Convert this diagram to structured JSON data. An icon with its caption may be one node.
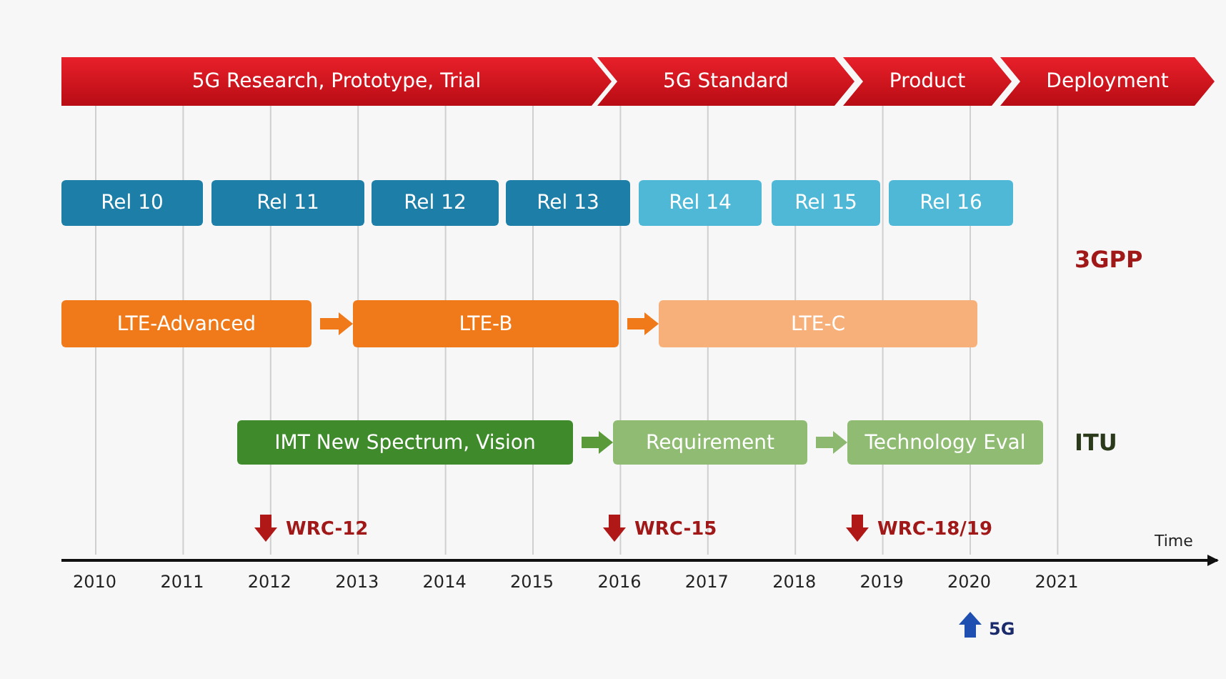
{
  "diagram": {
    "nodes": [
      {
        "text": [
          "5G Research, Prototype, Trial"
        ]
      },
      {
        "text": [
          "5G Standard"
        ]
      },
      {
        "text": [
          "Product"
        ]
      },
      {
        "text": [
          "Deployment"
        ]
      },
      {
        "text": [
          "Rel 10"
        ]
      },
      {
        "text": [
          "Rel 11"
        ]
      },
      {
        "text": [
          "Rel 12"
        ]
      },
      {
        "text": [
          "Rel 13"
        ]
      },
      {
        "text": [
          "Rel 14"
        ]
      },
      {
        "text": [
          "Rel 15"
        ]
      },
      {
        "text": [
          "Rel 16"
        ]
      },
      {
        "text": [
          "LTE-Advanced"
        ]
      },
      {
        "text": [
          "LTE-B"
        ]
      },
      {
        "text": [
          "LTE-C"
        ]
      },
      {
        "text": [
          "IMT New Spectrum, Vision"
        ]
      },
      {
        "text": [
          "Requirement"
        ]
      },
      {
        "text": [
          "Technology Eval"
        ]
      }
    ],
    "edges": [
      {
        "from": 11,
        "to": 12,
        "arrow": "to",
        "color": "#f07a1a"
      },
      {
        "from": 12,
        "to": 13,
        "arrow": "to",
        "color": "#f07a1a"
      },
      {
        "from": 14,
        "to": 15,
        "arrow": "to",
        "color": "#5a9a3a"
      },
      {
        "from": 15,
        "to": 16,
        "arrow": "to",
        "color": "#8db870"
      }
    ],
    "labels": [
      "3GPP",
      "ITU",
      "WRC-12",
      "WRC-15",
      "WRC-18/19",
      "Time",
      "2010",
      "2011",
      "2012",
      "2013",
      "2014",
      "2015",
      "2016",
      "2017",
      "2018",
      "2019",
      "2020",
      "2021",
      "5G"
    ]
  }
}
